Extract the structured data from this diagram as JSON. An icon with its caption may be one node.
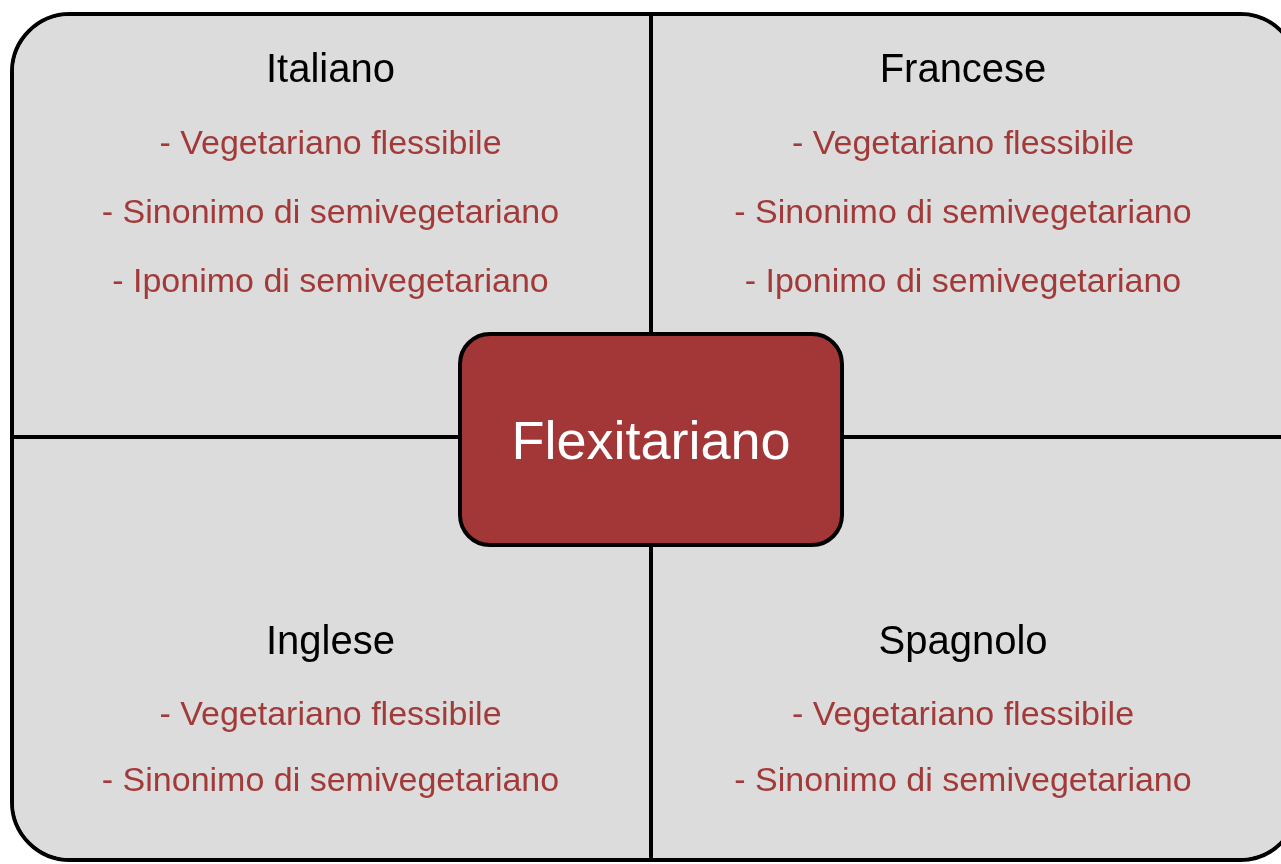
{
  "diagram": {
    "nodes": [
      {
        "text": [],
        "shape": "box"
      },
      {
        "text": [
          "Italiano",
          "- Vegetariano flessibile",
          "- Sinonimo di semivegetariano",
          "- Iponimo di semivegetariano"
        ],
        "in": 0
      },
      {
        "text": [
          "Francese",
          "- Vegetariano flessibile",
          "- Sinonimo di semivegetariano",
          "- Iponimo di semivegetariano"
        ],
        "in": 0
      },
      {
        "text": [
          "Inglese",
          "- Vegetariano flessibile",
          "- Sinonimo di semivegetariano"
        ],
        "in": 0
      },
      {
        "text": [
          "Spagnolo",
          "- Vegetariano flessibile",
          "- Sinonimo di semivegetariano"
        ],
        "in": 0
      },
      {
        "text": [
          "Flexitariano"
        ],
        "in": 0
      }
    ]
  }
}
